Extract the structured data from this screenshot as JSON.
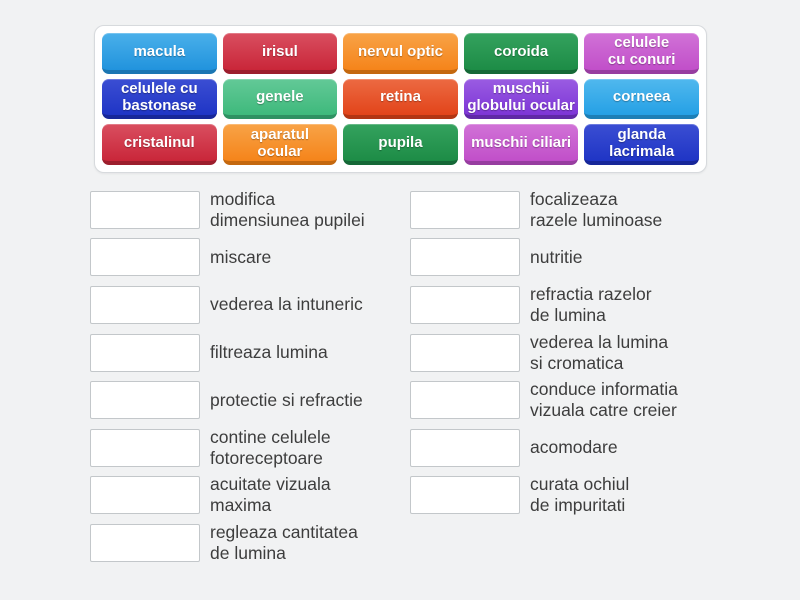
{
  "page": {
    "background_color": "#f1f2f3",
    "panel_color": "#ffffff"
  },
  "word_bank": {
    "tiles": [
      {
        "label": "macula",
        "color": "#2798e2"
      },
      {
        "label": "irisul",
        "color": "#ce2a3e"
      },
      {
        "label": "nervul optic",
        "color": "#f68b1f"
      },
      {
        "label": "coroida",
        "color": "#1e9049"
      },
      {
        "label": "celulele\ncu conuri",
        "color": "#c556cd"
      },
      {
        "label": "celulele cu\nbastonase",
        "color": "#2237c9"
      },
      {
        "label": "genele",
        "color": "#45bd82"
      },
      {
        "label": "retina",
        "color": "#e74b1e"
      },
      {
        "label": "muschii\nglobului ocular",
        "color": "#8039d9"
      },
      {
        "label": "corneea",
        "color": "#2aa6e8"
      },
      {
        "label": "cristalinul",
        "color": "#ce2a3e"
      },
      {
        "label": "aparatul\nocular",
        "color": "#f68b1f"
      },
      {
        "label": "pupila",
        "color": "#1e9049"
      },
      {
        "label": "muschii ciliari",
        "color": "#c556cd"
      },
      {
        "label": "glanda\nlacrimala",
        "color": "#2237c9"
      }
    ]
  },
  "matches": {
    "left": [
      {
        "label": "modifica\ndimensiunea pupilei"
      },
      {
        "label": "miscare"
      },
      {
        "label": "vederea la intuneric"
      },
      {
        "label": "filtreaza lumina"
      },
      {
        "label": "protectie si refractie"
      },
      {
        "label": "contine celulele\nfotoreceptoare"
      },
      {
        "label": "acuitate vizuala\nmaxima"
      },
      {
        "label": "regleaza cantitatea\nde lumina"
      }
    ],
    "right": [
      {
        "label": "focalizeaza\nrazele luminoase"
      },
      {
        "label": "nutritie"
      },
      {
        "label": "refractia razelor\nde lumina"
      },
      {
        "label": "vederea la lumina\nsi cromatica"
      },
      {
        "label": "conduce informatia\nvizuala catre creier"
      },
      {
        "label": "acomodare"
      },
      {
        "label": "curata ochiul\nde impuritati"
      }
    ]
  }
}
